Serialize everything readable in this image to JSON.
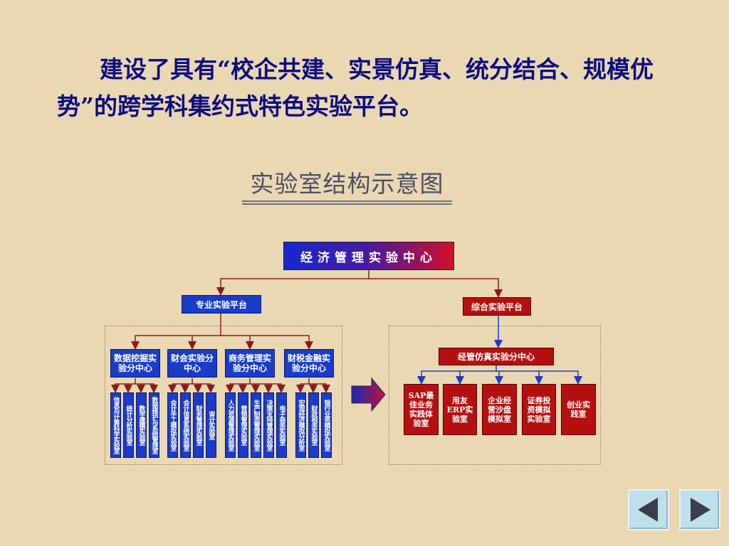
{
  "slide": {
    "text": "建设了具有“校企共建、实景仿真、统分结合、规模优势”的跨学科集约式特色实验平台。"
  },
  "diagram": {
    "title": "实验室结构示意图",
    "root": "经济管理实验中心",
    "professional_platform": "专业实验平台",
    "comprehensive_platform": "综合实验平台",
    "sub_centers": [
      {
        "label": "数据挖掘实验分中心",
        "labs": [
          "信息与计算科学实验室",
          "统计分析实验室",
          "数学建模实验室",
          "数据维护与系统管理室"
        ]
      },
      {
        "label": "财会实验分中心",
        "labs": [
          "会计手工模拟实验室",
          "会计信息系统实验室",
          "财务管理实验室",
          "审计实验室"
        ]
      },
      {
        "label": "商务管理实验分中心",
        "labs": [
          "人力资源管理实验室",
          "营销管理实验室",
          "生产制造管理实验室",
          "决策支持管理实验室",
          "电子商务实验室"
        ]
      },
      {
        "label": "财税金融实验分中心",
        "labs": [
          "宏观经济模拟分析室",
          "财政税务实验室",
          "银行业务模拟实验室"
        ]
      }
    ],
    "simulation_center": "经管仿真实验分中心",
    "simulation_labs": [
      "SAP最佳业务实践体验室",
      "用友ERP实验室",
      "企业经营沙盘模拟室",
      "证券投资模拟实验室",
      "创业实践室"
    ]
  },
  "colors": {
    "background": "#ead8b3",
    "text": "#0d0d80",
    "blue_box": "#1a3cc8",
    "red_box": "#b41010",
    "connector": "#8b1a1a",
    "arrow_gradient_start": "#1a2ab0",
    "arrow_gradient_end": "#c0103a"
  },
  "navigation": {
    "prev_icon": "triangle-left-icon",
    "next_icon": "triangle-right-icon"
  }
}
